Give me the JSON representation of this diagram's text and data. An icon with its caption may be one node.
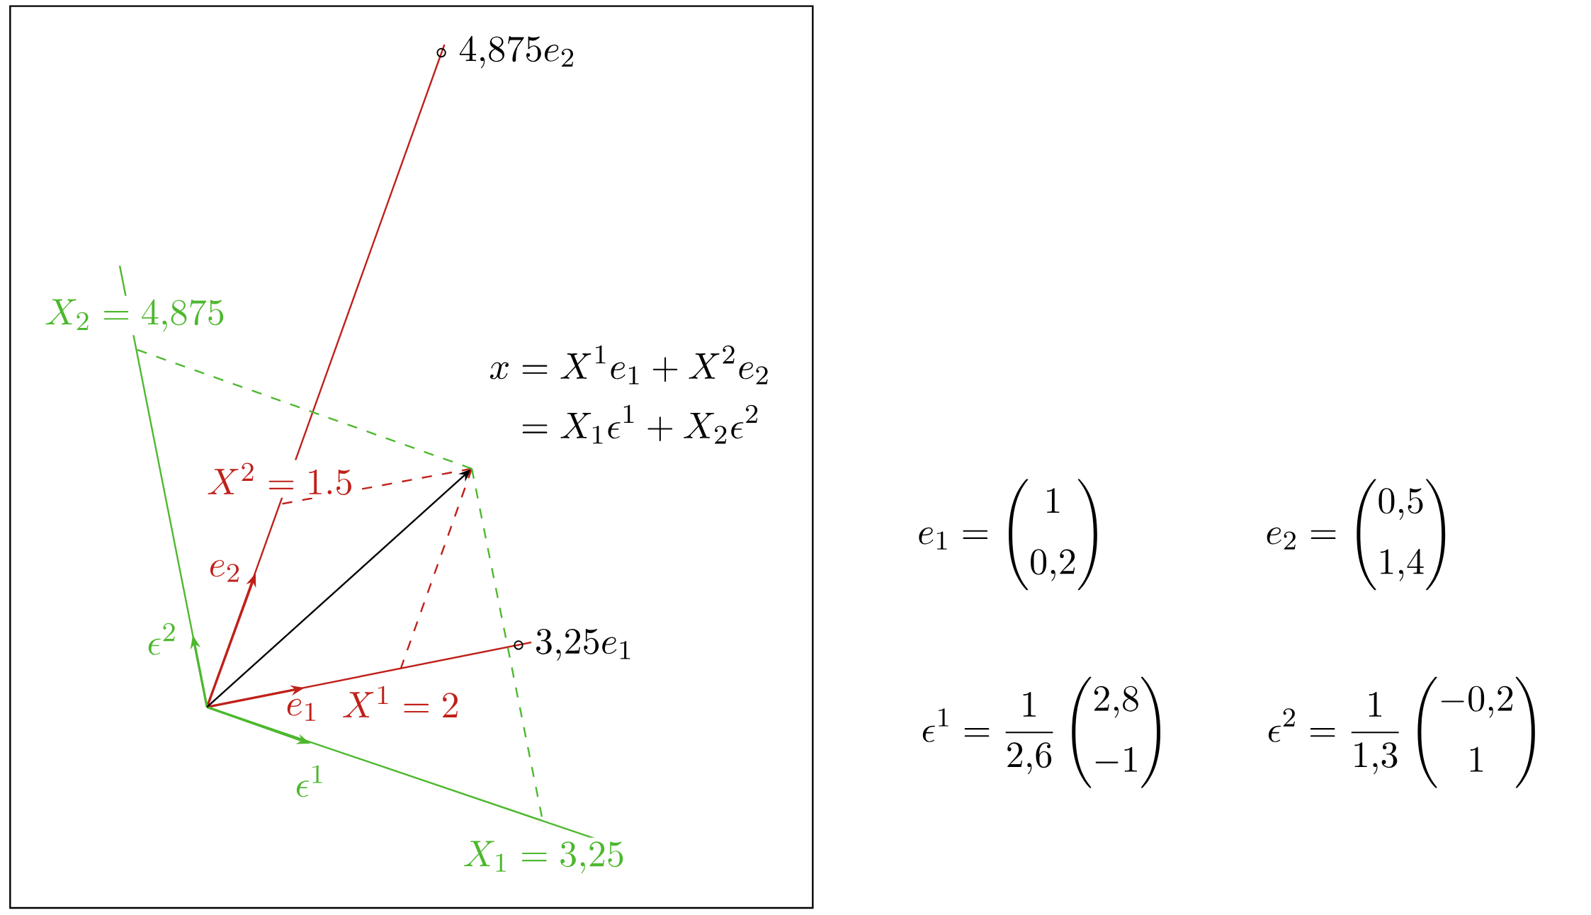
{
  "diagram": {
    "labels": [
      "4{,}875e_2",
      "X_2 = 4{,}875",
      "\\begin{aligned} x &= X^1 e_1 + X^2 e_2 \\\\ &= X_1 \\epsilon^1 + X_2 \\epsilon^2 \\end{aligned}",
      "X^2 = 1.5",
      "e_2",
      "\\epsilon^2",
      "3{,}25e_1",
      "e_1",
      "X^1 = 2",
      "\\epsilon^1",
      "X_1 = 3{,}25",
      "e_1 = \\begin{pmatrix} 1 \\\\[1ex] 0{,}2 \\end{pmatrix}",
      "e_2 = \\begin{pmatrix} 0{,}5 \\\\[1ex] 1{,}4 \\end{pmatrix}",
      "\\epsilon^1 = \\frac{1}{2{,}6} \\begin{pmatrix} 2{,}8 \\\\[1ex] -1 \\end{pmatrix}",
      "\\epsilon^2 = \\frac{1}{1{,}3} \\begin{pmatrix} -0{,}2 \\\\[1ex] 1 \\end{pmatrix}"
    ]
  }
}
